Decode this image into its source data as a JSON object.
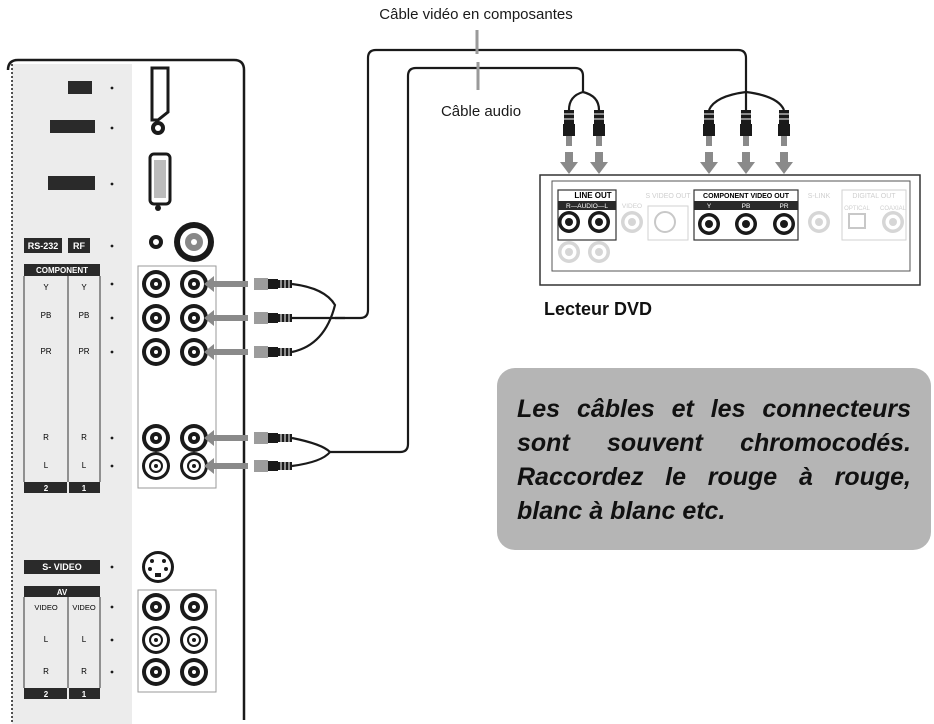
{
  "labels": {
    "component_cable": "Câble vidéo en composantes",
    "audio_cable": "Câble audio",
    "dvd_player": "Lecteur DVD"
  },
  "note": {
    "line1": "Les câbles et les connecteurs",
    "line2": "sont souvent chromocodés.",
    "line3": "Raccordez le rouge à rouge,",
    "line4": "blanc à blanc etc."
  },
  "tv_panel": {
    "rs232": "RS-232",
    "rf": "RF",
    "component": "COMPONENT",
    "y": "Y",
    "pb": "PB",
    "pr": "PR",
    "r": "R",
    "l": "L",
    "input2": "2",
    "input1": "1",
    "svideo": "S- VIDEO",
    "av": "AV",
    "video": "VIDEO"
  },
  "dvd_panel": {
    "line_out": "LINE OUT",
    "audio_lr": "R—AUDIO—L",
    "video": "VIDEO",
    "s_video_out": "S VIDEO OUT",
    "component_video_out": "COMPONENT VIDEO OUT",
    "y": "Y",
    "pb": "PB",
    "pr": "PR",
    "s_link": "S-LINK",
    "digital_out": "DIGITAL OUT",
    "optical": "OPTICAL",
    "coaxial": "COAXIAL"
  },
  "colors": {
    "note_bg": "#b5b5b5",
    "panel_bg": "#ececec",
    "arrow": "#8a8a8a",
    "dark": "#1a1a1a"
  }
}
